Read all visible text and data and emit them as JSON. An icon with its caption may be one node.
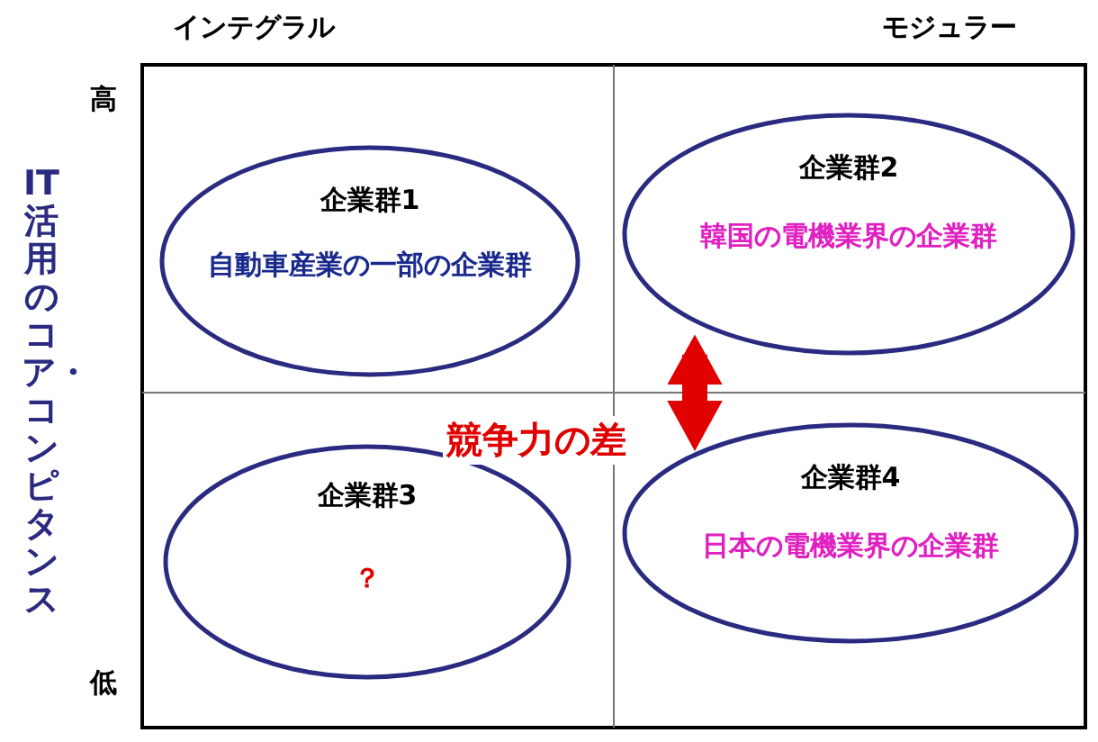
{
  "diagram": {
    "nodes": [
      {
        "text": [
          "企業群1",
          "自動車産業の一部の企業群"
        ]
      },
      {
        "text": [
          "企業群2",
          "韓国の電機業界の企業群"
        ]
      },
      {
        "text": [
          "企業群3",
          "？"
        ]
      },
      {
        "text": [
          "企業群4",
          "日本の電機業界の企業群"
        ]
      }
    ],
    "edges": [
      {
        "from": 1,
        "to": 3,
        "arrow": "both",
        "label": "競争力の差"
      }
    ],
    "labels": [
      "インテグラル",
      "モジュラー",
      "高",
      "IT活用のコア・コンピタンス",
      "低"
    ]
  }
}
